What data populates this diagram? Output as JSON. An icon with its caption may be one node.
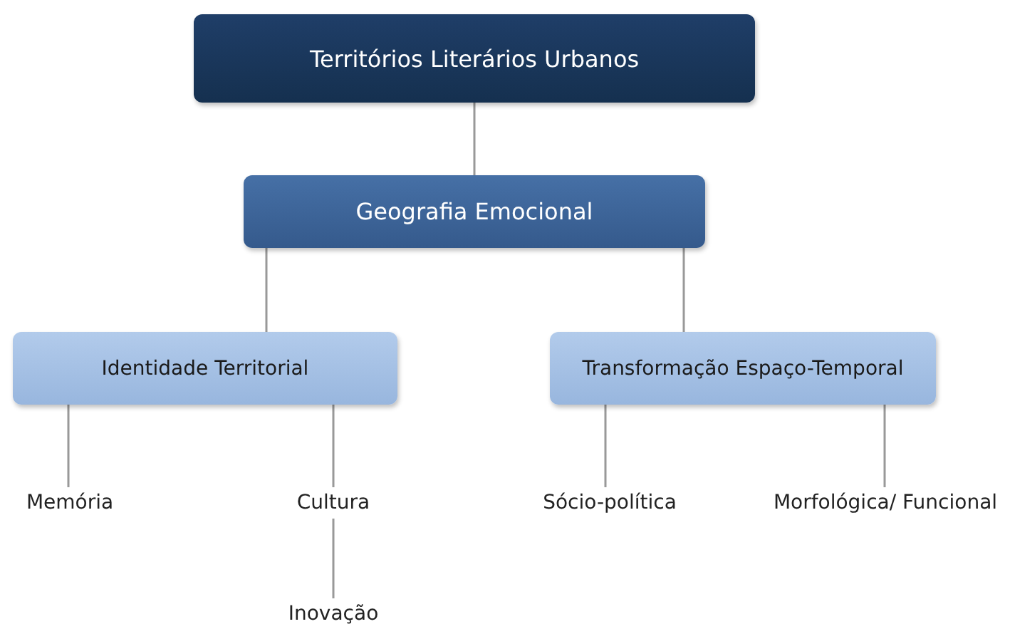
{
  "diagram": {
    "nodes": [
      {
        "text": [
          "Territórios Literários Urbanos"
        ]
      },
      {
        "text": [
          "Geografia Emocional"
        ]
      },
      {
        "text": [
          "Identidade Territorial"
        ]
      },
      {
        "text": [
          "Transformação Espaço-Temporal"
        ]
      },
      {
        "text": [
          "Memória"
        ]
      },
      {
        "text": [
          "Cultura"
        ]
      },
      {
        "text": [
          "Sócio-política"
        ]
      },
      {
        "text": [
          "Morfológica/ Funcional"
        ]
      },
      {
        "text": [
          "Inovação"
        ]
      }
    ],
    "edges": [
      {
        "from": 0,
        "to": 1,
        "arrow": "none"
      },
      {
        "from": 1,
        "to": 2,
        "arrow": "none"
      },
      {
        "from": 1,
        "to": 3,
        "arrow": "none"
      },
      {
        "from": 2,
        "to": 4,
        "arrow": "none"
      },
      {
        "from": 2,
        "to": 5,
        "arrow": "none"
      },
      {
        "from": 3,
        "to": 6,
        "arrow": "none"
      },
      {
        "from": 3,
        "to": 7,
        "arrow": "none"
      },
      {
        "from": 5,
        "to": 8,
        "arrow": "none"
      }
    ]
  }
}
